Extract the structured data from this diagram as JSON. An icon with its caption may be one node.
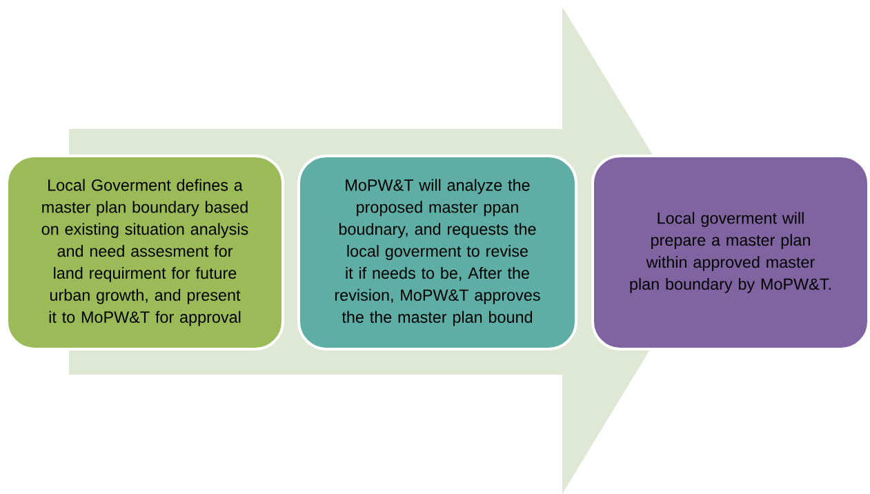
{
  "diagram": {
    "nodes": [
      {
        "text": [
          "Local Goverment defines a master plan boundary  based on existing situation analysis and need assesment for land requirment for future urban growth, and present it to MoPW&T for approval"
        ]
      },
      {
        "text": [
          "MoPW&T will analyze  the proposed master ppan boudnary, and  requests  the local  goverment to revise  it if needs to be, After the revision, MoPW&T approves the the master plan bound"
        ]
      },
      {
        "text": [
          "Local goverment will prepare a master plan within approved master plan boundary by MoPW&T."
        ]
      }
    ],
    "edges": [
      {
        "from": 0,
        "to": 2,
        "arrow": "to"
      }
    ]
  }
}
